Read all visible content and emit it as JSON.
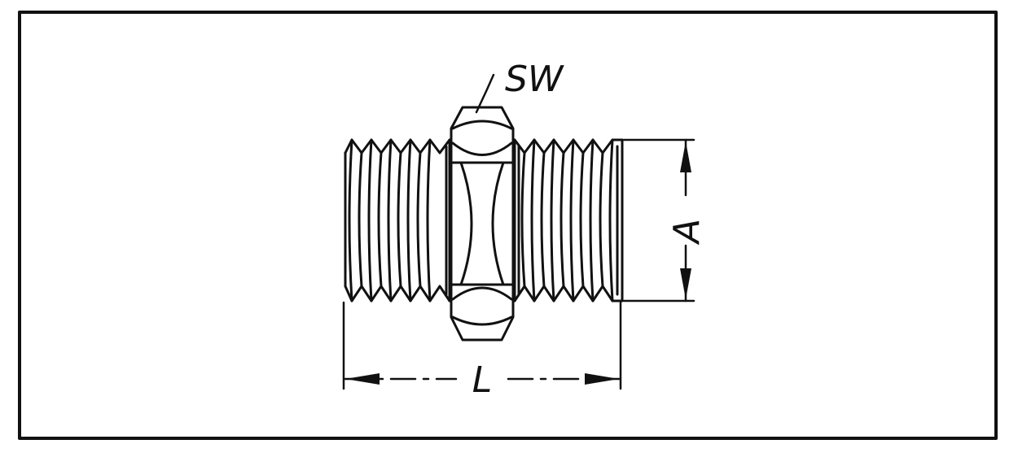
{
  "diagram": {
    "labels": {
      "wrench_size": "SW",
      "length": "L",
      "thread_dim": "A"
    }
  }
}
